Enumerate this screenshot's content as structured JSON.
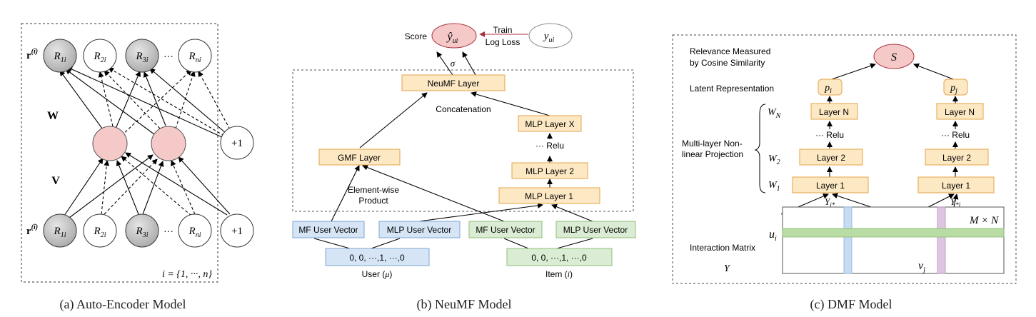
{
  "colors": {
    "gray_node": "#c2c2c2",
    "hidden_node": "#f6c9c9",
    "layer_fill": "#fde8c4",
    "layer_stroke": "#e3a44a",
    "user_fill": "#d6e5f5",
    "user_stroke": "#7ea6d0",
    "item_fill": "#daecd3",
    "item_stroke": "#8fbf7a",
    "green_band": "#b8dca4",
    "blue_band": "#c6dcf2",
    "purple_band": "#dcc6e0"
  },
  "panel_a": {
    "caption": "(a)  Auto-Encoder Model",
    "r_label": "r",
    "r_sup": "(i)",
    "w_label": "W",
    "v_label": "V",
    "plus_one": "+1",
    "dots": "···",
    "set_label": "i = {1, ···, n}",
    "nodes": [
      {
        "main": "R",
        "sub": "1i"
      },
      {
        "main": "R",
        "sub": "2i"
      },
      {
        "main": "R",
        "sub": "3i"
      },
      {
        "main": "R",
        "sub": "ni"
      }
    ]
  },
  "panel_b": {
    "caption": "(b)  NeuMF Model",
    "score": "Score",
    "yhat": "ŷ",
    "y": "y",
    "ui": "ui",
    "train": "Train",
    "log_loss": "Log Loss",
    "sigma": "σ",
    "neumf_layer": "NeuMF Layer",
    "concatenation": "Concatenation",
    "gmf_layer": "GMF Layer",
    "mlp_x": "MLP Layer X",
    "relu": "··· Relu",
    "mlp_2": "MLP Layer 2",
    "mlp_1": "MLP Layer 1",
    "elementwise_1": "Element-wise",
    "elementwise_2": "Product",
    "mf_user_vector": "MF User Vector",
    "mlp_user_vector": "MLP User Vector",
    "user_onehot": "0, 0, ···,1, ···,0",
    "item_onehot": "0, 0, ···,1, ···,0",
    "user_label": "User (",
    "user_sym": "μ",
    "item_label": "Item (",
    "item_sym": "i",
    "close_paren": ")"
  },
  "panel_c": {
    "caption": "(c)  DMF Model",
    "relevance_1": "Relevance Measured",
    "relevance_2": "by Cosine Similarity",
    "s": "S",
    "latent": "Latent Representation",
    "p": "p",
    "pi_sub": "i",
    "pj_sub": "j",
    "multi_1": "Multi-layer Non-",
    "multi_2": "linear Projection",
    "w": "W",
    "wn_sub": "N",
    "w2_sub": "2",
    "w1_sub": "1",
    "layer_n": "Layer N",
    "relu": "··· Relu",
    "layer_2": "Layer 2",
    "layer_1": "Layer 1",
    "y_i_star": "Y",
    "y_i_star_sub": "i*",
    "y_star_j_sub": "*j",
    "mxn": "M × N",
    "u": "u",
    "u_sub": "i",
    "v": "v",
    "v_sub": "j",
    "interaction": "Interaction Matrix",
    "y_label": "Y"
  }
}
